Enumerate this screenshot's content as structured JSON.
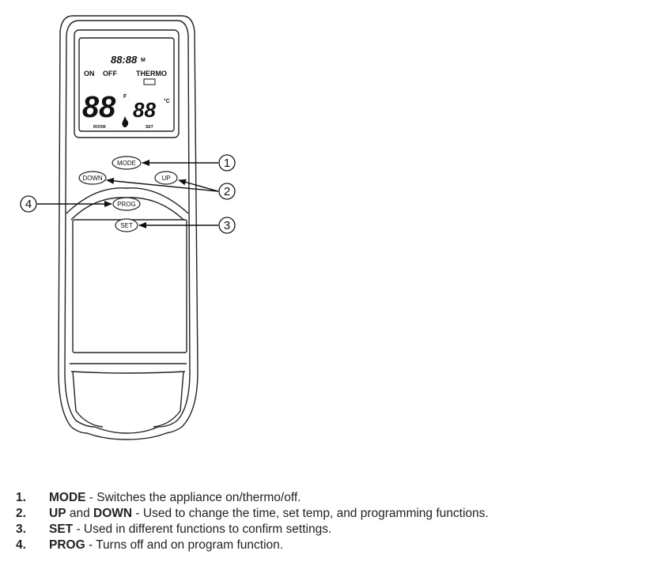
{
  "remote": {
    "lcd": {
      "clock": "88:88",
      "clock_suffix": "M",
      "on": "ON",
      "off": "OFF",
      "thermo": "THERMO",
      "room_temp": "88",
      "unit_f": "F",
      "set_temp": "88",
      "unit_c": "°C",
      "room": "ROOM",
      "set": "SET"
    },
    "buttons": {
      "mode": "MODE",
      "down": "DOWN",
      "up": "UP",
      "prog": "PROG",
      "set": "SET"
    }
  },
  "callouts": {
    "mode": "1",
    "up_down": "2",
    "set": "3",
    "prog": "4"
  },
  "legend": [
    {
      "num": "1.",
      "parts": [
        {
          "t": "MODE",
          "b": true
        },
        {
          "t": " - Switches the appliance on/thermo/off.",
          "b": false
        }
      ]
    },
    {
      "num": "2.",
      "parts": [
        {
          "t": "UP",
          "b": true
        },
        {
          "t": " and ",
          "b": false
        },
        {
          "t": "DOWN",
          "b": true
        },
        {
          "t": " - Used to change the time, set temp, and programming functions.",
          "b": false
        }
      ]
    },
    {
      "num": "3.",
      "parts": [
        {
          "t": "SET",
          "b": true
        },
        {
          "t": " - Used in different functions to confirm settings.",
          "b": false
        }
      ]
    },
    {
      "num": "4.",
      "parts": [
        {
          "t": "PROG",
          "b": true
        },
        {
          "t": " - Turns off and on program function.",
          "b": false
        }
      ]
    }
  ]
}
